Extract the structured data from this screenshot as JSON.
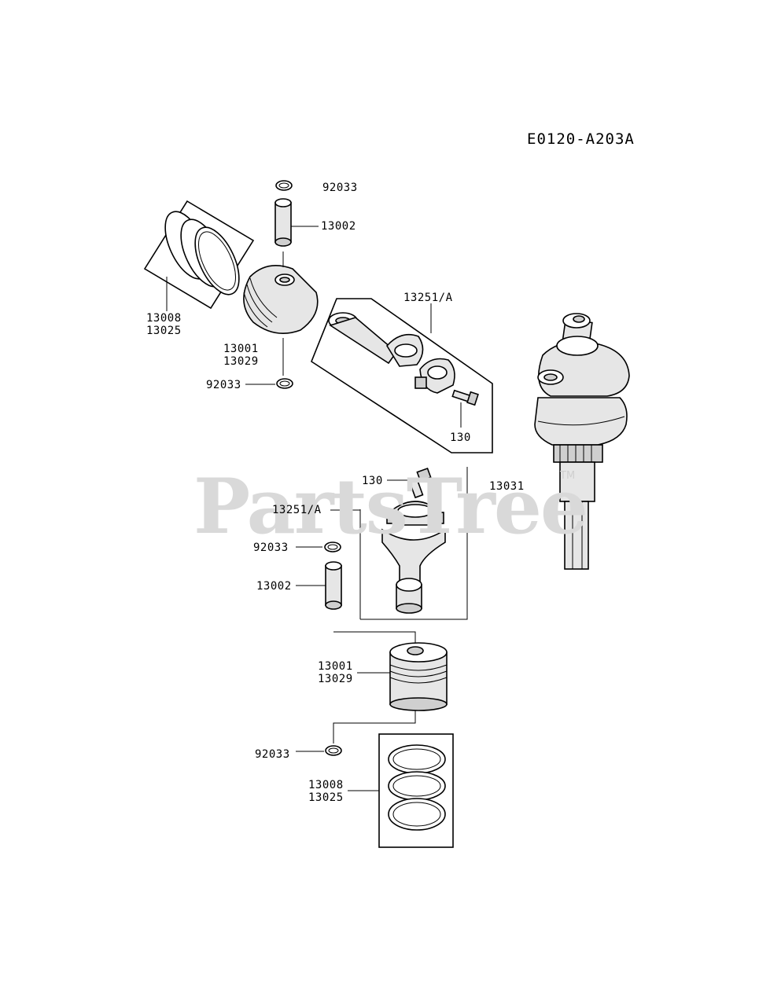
{
  "diagram_code": "E0120-A203A",
  "watermark": "PartsTree",
  "trademark": "TM",
  "labels": {
    "circlip_top": "92033",
    "pin_top": "13002",
    "rings_top": [
      "13008",
      "13025"
    ],
    "piston_top": [
      "13001",
      "13029"
    ],
    "circlip_top_lower": "92033",
    "rod_top_kit": "13251/A",
    "bolt_top": "130",
    "crankshaft": "13031",
    "bolt_bottom": "130",
    "rod_bottom_kit": "13251/A",
    "circlip_bottom": "92033",
    "pin_bottom": "13002",
    "piston_bottom": [
      "13001",
      "13029"
    ],
    "circlip_bottom_lower": "92033",
    "rings_bottom": [
      "13008",
      "13025"
    ]
  }
}
